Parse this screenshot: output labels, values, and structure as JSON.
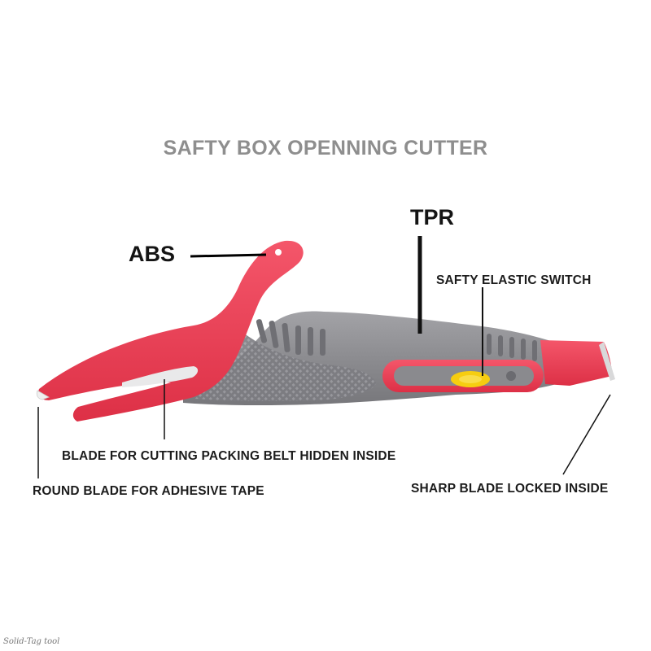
{
  "title": "SAFTY BOX OPENNING CUTTER",
  "labels": {
    "tpr": "TPR",
    "abs": "ABS",
    "switch": "SAFTY ELASTIC SWITCH",
    "packing_blade": "BLADE FOR CUTTING PACKING BELT HIDDEN INSIDE",
    "round_blade": "ROUND BLADE FOR ADHESIVE TAPE",
    "sharp_blade": "SHARP BLADE LOCKED INSIDE"
  },
  "watermark": "Solid-Tag tool",
  "colors": {
    "red_plastic": "#ef4055",
    "gray_grip": "#8d8d91",
    "switch": "#f6cd10",
    "title_gray": "#8e8e8e"
  }
}
